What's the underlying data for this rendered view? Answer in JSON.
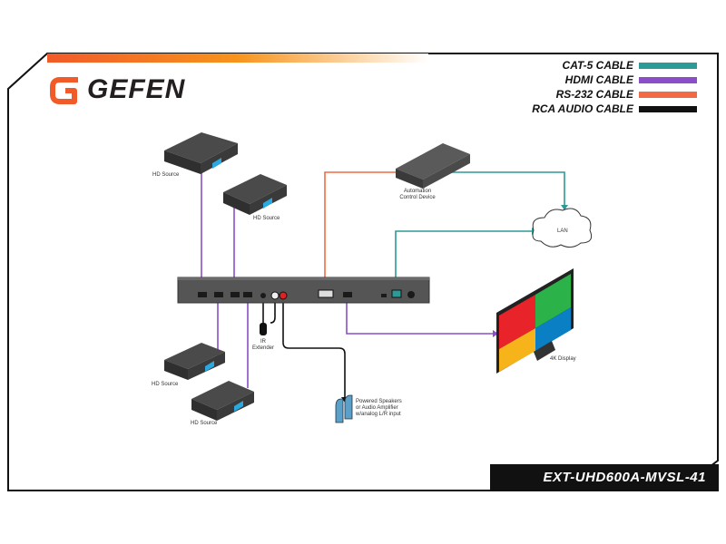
{
  "logo": {
    "text": "GEFEN"
  },
  "legend": [
    {
      "label": "CAT-5 CABLE",
      "color": "#2c9a96"
    },
    {
      "label": "HDMI CABLE",
      "color": "#8a4fc8"
    },
    {
      "label": "RS-232 CABLE",
      "color": "#f26a43"
    },
    {
      "label": "RCA AUDIO CABLE",
      "color": "#111111"
    }
  ],
  "model": "EXT-UHD600A-MVSL-41",
  "labels": {
    "hd_source_1": "HD Source",
    "hd_source_2": "HD Source",
    "hd_source_3": "HD Source",
    "hd_source_4": "HD Source",
    "automation_1": "Automation",
    "automation_2": "Control Device",
    "lan": "LAN",
    "ir_1": "IR",
    "ir_2": "Extender",
    "display": "4K Display",
    "speakers_1": "Powered Speakers",
    "speakers_2": "or Audio Amplifier",
    "speakers_3": "w/analog L/R input"
  },
  "colors": {
    "cat5": "#2c9a96",
    "hdmi": "#8a4fc8",
    "rs232": "#f26a43",
    "rca": "#111111",
    "display_tl": "#2bb34a",
    "display_tr": "#2bb34a",
    "display_bl": "#e8232a",
    "display_br": "#0a7fc4",
    "display_bl2": "#f7b41a",
    "display_br2": "#0a7fc4",
    "accent_gradient_start": "#f15a29",
    "accent_gradient_end": "#f7941d"
  }
}
